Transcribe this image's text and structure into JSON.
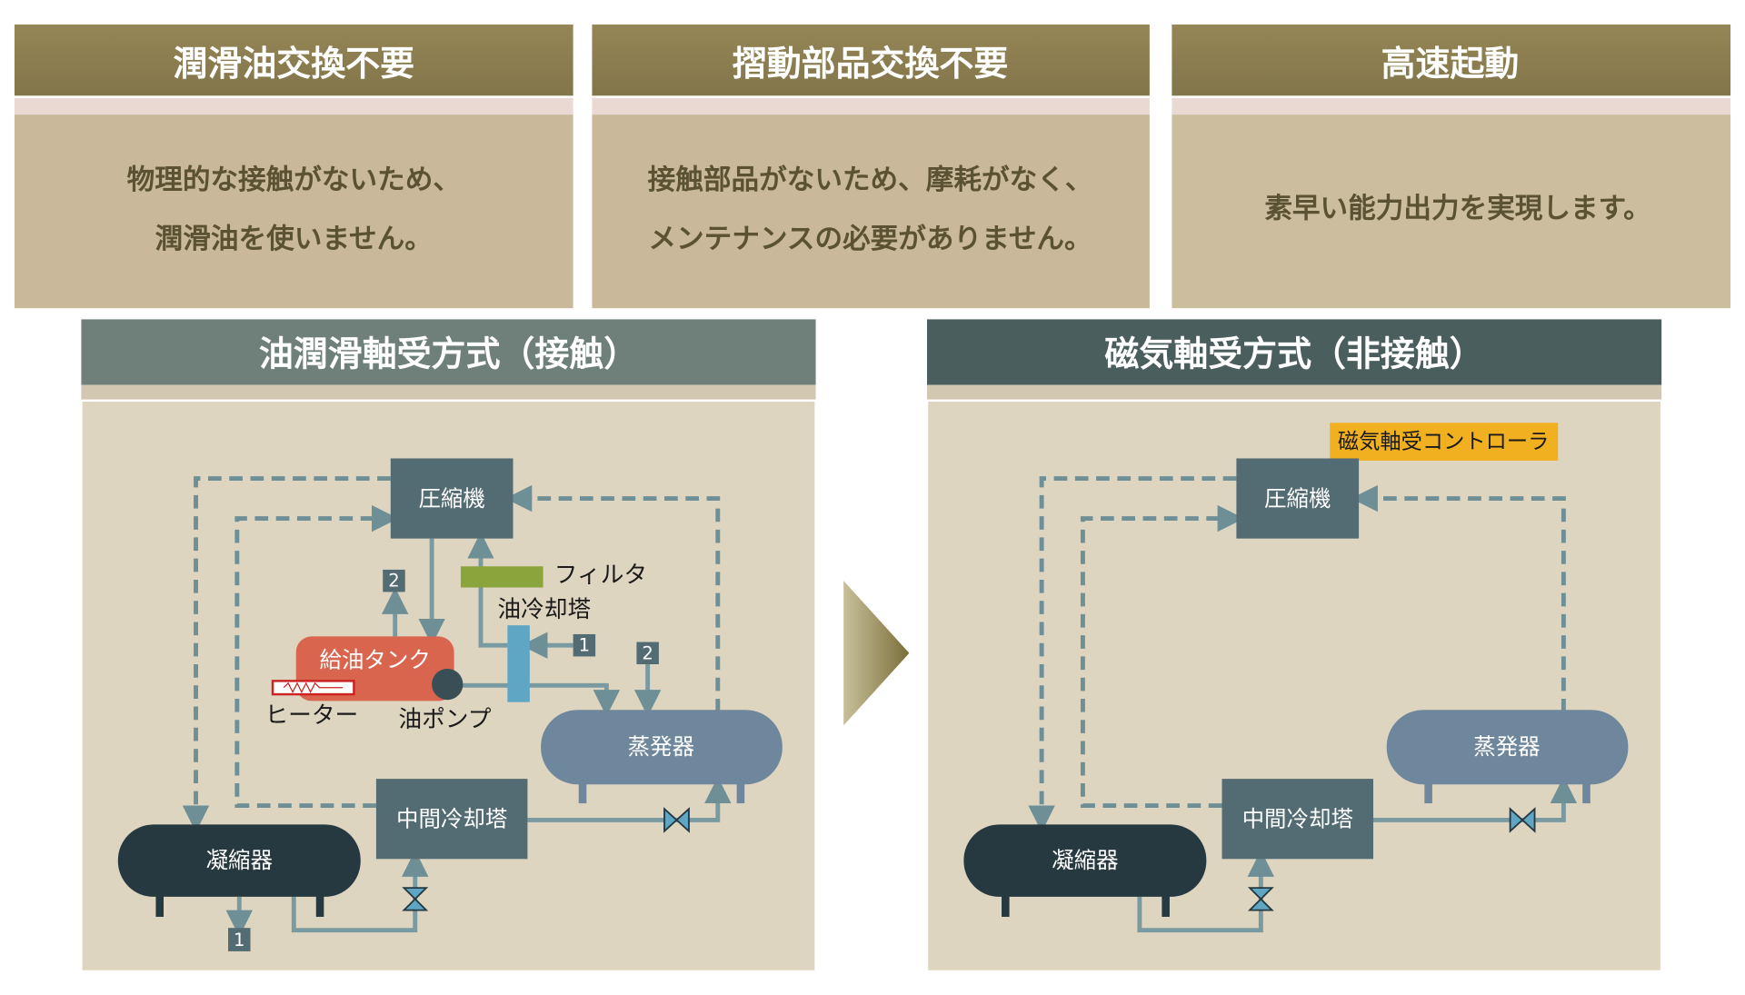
{
  "features": [
    {
      "title": "潤滑油交換不要",
      "lines": [
        "物理的な接触がないため、",
        "潤滑油を使いません。"
      ]
    },
    {
      "title": "摺動部品交換不要",
      "lines": [
        "接触部品がないため、摩耗がなく、",
        "メンテナンスの必要がありません。"
      ]
    },
    {
      "title": "高速起動",
      "lines": [
        "素早い能力出力を実現します。"
      ]
    }
  ],
  "left": {
    "title": "油潤滑軸受方式（接触）",
    "compressor": "圧縮機",
    "condenser": "凝縮器",
    "intercooler": "中間冷却塔",
    "evaporator": "蒸発器",
    "tank": "給油タンク",
    "filter": "フィルタ",
    "oil_cooler": "油冷却塔",
    "heater": "ヒーター",
    "pump": "油ポンプ",
    "num1": "1",
    "num2": "2"
  },
  "right": {
    "title": "磁気軸受方式（非接触）",
    "controller": "磁気軸受コントローラ",
    "compressor": "圧縮機",
    "condenser": "凝縮器",
    "intercooler": "中間冷却塔",
    "evaporator": "蒸発器"
  },
  "colors": {
    "olive": "#8a7d50",
    "teal_left": "#6e8079",
    "teal_right": "#4a5e5e",
    "box": "#536b73",
    "tank": "#d9654e",
    "filter": "#8aa53c",
    "cooler": "#5fa5c4",
    "controller": "#f0b020"
  }
}
